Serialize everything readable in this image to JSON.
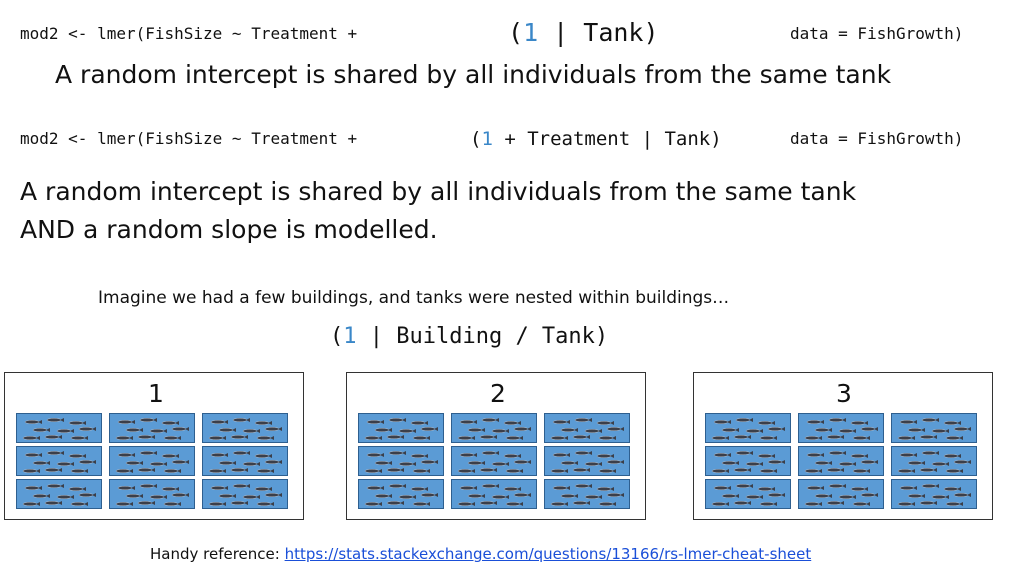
{
  "line1": {
    "left": "mod2 <- lmer(FishSize ~ Treatment +",
    "mid_open": "(",
    "mid_one": "1",
    "mid_rest": " | Tank)",
    "right": "data = FishGrowth)"
  },
  "caption1": "A random intercept is shared by all individuals from the same tank",
  "line2": {
    "left": "mod2 <- lmer(FishSize ~ Treatment +",
    "mid_open": "(",
    "mid_one": "1",
    "mid_rest": " + Treatment | Tank)",
    "right": "data = FishGrowth)"
  },
  "caption2": {
    "line_a": "A random intercept is shared by all individuals from the same tank",
    "line_b": "AND a random slope is modelled."
  },
  "nested_text": "Imagine we had a few buildings, and tanks were nested within buildings…",
  "nested_formula": {
    "open": "(",
    "one": "1",
    "rest": " | Building / Tank)"
  },
  "buildings": [
    {
      "label": "1"
    },
    {
      "label": "2"
    },
    {
      "label": "3"
    }
  ],
  "reference": {
    "label": "Handy reference: ",
    "url": "https://stats.stackexchange.com/questions/13166/rs-lmer-cheat-sheet"
  },
  "colors": {
    "tank_fill": "#5b9bd5",
    "formula_accent": "#3a87c8",
    "link": "#1a4fd8"
  }
}
